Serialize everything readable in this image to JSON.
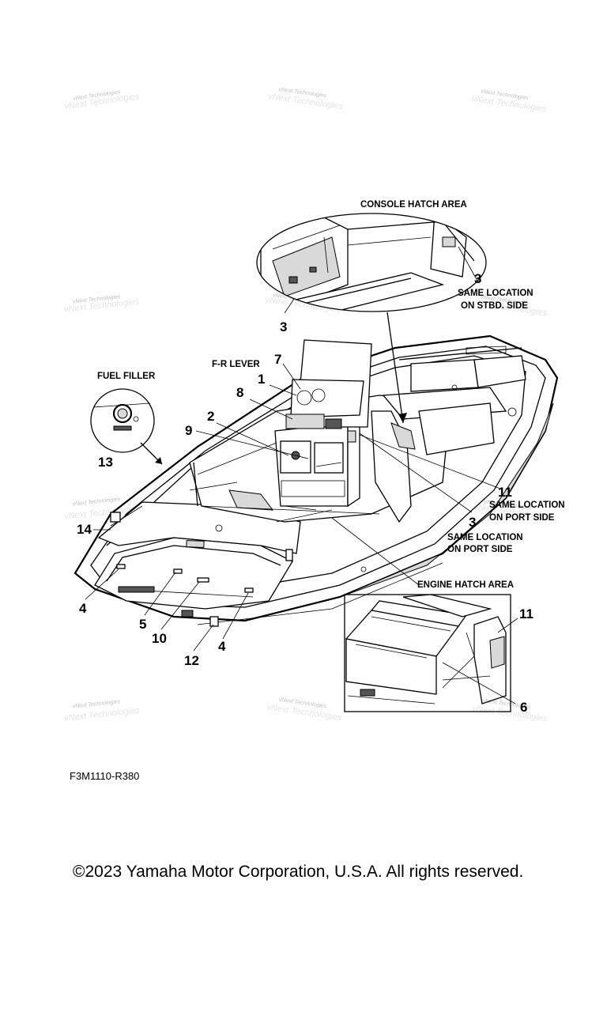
{
  "watermark": {
    "text": "vNext Technologies"
  },
  "callouts": {
    "c1": "1",
    "c2": "2",
    "c3a": "3",
    "c3b": "3",
    "c3c": "3",
    "c4a": "4",
    "c4b": "4",
    "c5": "5",
    "c6": "6",
    "c7": "7",
    "c8": "8",
    "c9": "9",
    "c10": "10",
    "c11a": "11",
    "c11b": "11",
    "c12": "12",
    "c13": "13",
    "c14": "14"
  },
  "labels": {
    "console_hatch_area": "CONSOLE HATCH AREA",
    "same_location_stbd_1": "SAME LOCATION",
    "same_location_stbd_2": "ON STBD. SIDE",
    "fr_lever": "F-R LEVER",
    "fuel_filler": "FUEL FILLER",
    "same_location_port_a1": "SAME LOCATION",
    "same_location_port_a2": "ON PORT SIDE",
    "same_location_port_b1": "SAME LOCATION",
    "same_location_port_b2": "ON PORT SIDE",
    "engine_hatch_area": "ENGINE HATCH AREA"
  },
  "figure_code": "F3M1110-R380",
  "copyright": "©2023 Yamaha Motor Corporation, U.S.A. All rights reserved."
}
